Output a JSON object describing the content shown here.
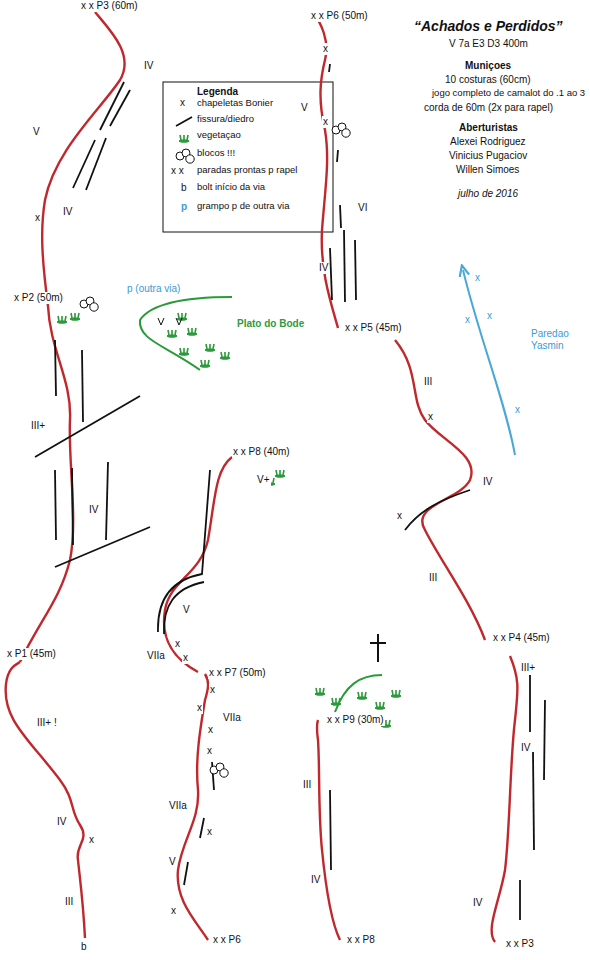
{
  "diagram": {
    "title": "“Achados e Perdidos”",
    "labels": [
      "V 7a E3 D3 400m",
      "Muniçoes",
      "10 costuras (60cm)",
      "jogo completo de camalot do .1 ao 3",
      "corda de 60m (2x para rapel)",
      "Aberturistas",
      "Alexei Rodriguez",
      "Vinicius Pugaciov",
      "Willen Simoes",
      "julho de 2016",
      "Legenda",
      "x",
      "x x",
      "b",
      "p",
      "x x P3 (60m)",
      "IV",
      "V",
      "IV",
      "x",
      "x P2 (50m)",
      "III+",
      "IV",
      "x P1 (45m)",
      "III+ !",
      "IV",
      "x",
      "III",
      "b",
      "p (outra via)",
      "Plato do Bode",
      "x x P8 (40m)",
      "V+",
      "V",
      "x",
      "VIIa",
      "x",
      "x x P7 (50m)",
      "x",
      "VIIa",
      "x",
      "x",
      "x",
      "x",
      "VIIa",
      "V",
      "x",
      "x x P6",
      "x x P6 (50m)",
      "x",
      "V",
      "x",
      "VI",
      "IV",
      "x x P5 (45m)",
      "III",
      "x",
      "IV",
      "x",
      "III",
      "x x P4 (45m)",
      "III+",
      "IV",
      "IV",
      "x x P3",
      "x",
      "x",
      "x",
      "x",
      "Paredao Yasmin",
      "x x P9 (30m)",
      "III",
      "IV",
      "x x P8"
    ],
    "legend": [
      {
        "text": "chapeletas Bonier"
      },
      {
        "text": "fissura/diedro"
      },
      {
        "text": "vegetaçao"
      },
      {
        "text": "blocos !!!"
      },
      {
        "text": "paradas prontas p rapel"
      },
      {
        "text": "bolt início da via"
      },
      {
        "text": "grampo p de outra via"
      }
    ]
  }
}
